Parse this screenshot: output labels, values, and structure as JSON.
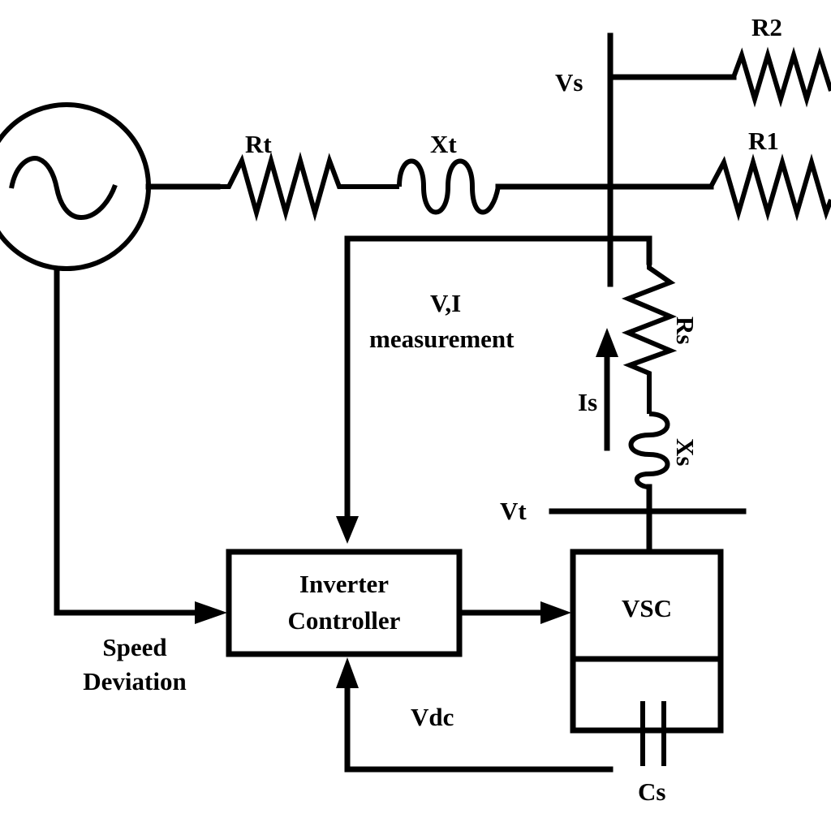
{
  "labels": {
    "rt": "Rt",
    "xt": "Xt",
    "vs": "Vs",
    "r1": "R1",
    "r2": "R2",
    "rs": "Rs",
    "xs": "Xs",
    "is": "Is",
    "vt": "Vt",
    "vi_line1": "V,I",
    "vi_line2": "measurement",
    "inverter_line1": "Inverter",
    "inverter_line2": "Controller",
    "vsc": "VSC",
    "speed_line1": "Speed",
    "speed_line2": "Deviation",
    "vdc": "Vdc",
    "cs": "Cs"
  }
}
